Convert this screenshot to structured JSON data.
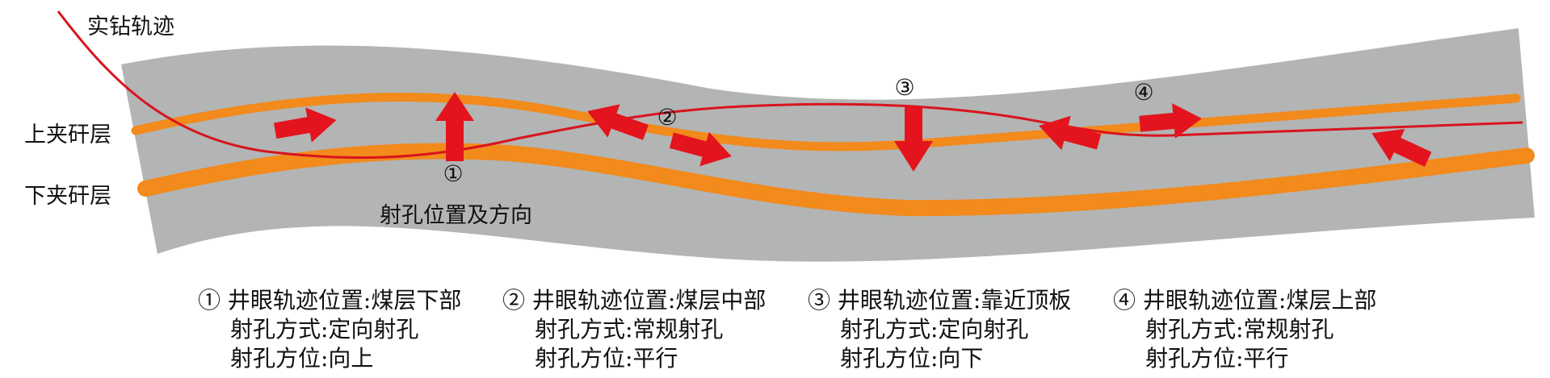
{
  "colors": {
    "seam": "#b3b4b4",
    "parting": "#f28a1c",
    "trajectory": "#d8141d",
    "arrow": "#e3141d"
  },
  "labels": {
    "trajectory": "实钻轨迹",
    "upper_parting": "上夹矸层",
    "lower_parting": "下夹矸层",
    "perforation": "射孔位置及方向",
    "marker_1": "①",
    "marker_2": "②",
    "marker_3": "③",
    "marker_4": "④"
  },
  "notes": [
    {
      "num": "①",
      "line1": "井眼轨迹位置:煤层下部",
      "line2": "射孔方式:定向射孔",
      "line3": "射孔方位:向上"
    },
    {
      "num": "②",
      "line1": "井眼轨迹位置:煤层中部",
      "line2": "射孔方式:常规射孔",
      "line3": "射孔方位:平行"
    },
    {
      "num": "③",
      "line1": "井眼轨迹位置:靠近顶板",
      "line2": "射孔方式:定向射孔",
      "line3": "射孔方位:向下"
    },
    {
      "num": "④",
      "line1": "井眼轨迹位置:煤层上部",
      "line2": "射孔方式:常规射孔",
      "line3": "射孔方位:平行"
    }
  ]
}
